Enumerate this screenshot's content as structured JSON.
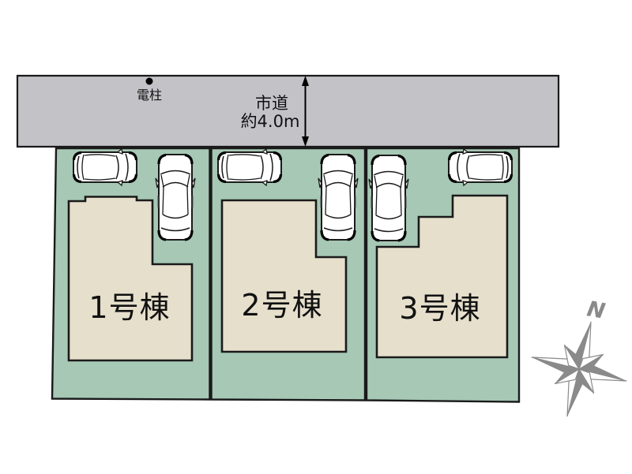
{
  "road": {
    "name": "市道",
    "width_label": "約4.0m",
    "pole_label": "電柱"
  },
  "plots": [
    {
      "label": "1号棟"
    },
    {
      "label": "2号棟"
    },
    {
      "label": "3号棟"
    }
  ],
  "compass": {
    "north_label": "N"
  },
  "colors": {
    "plot_green": "#a6c8b5",
    "house_beige": "#e6dfcc",
    "road_gray": "#c3c2c6",
    "outline": "#1a1a1a",
    "compass_gray": "#8a8a8a"
  }
}
